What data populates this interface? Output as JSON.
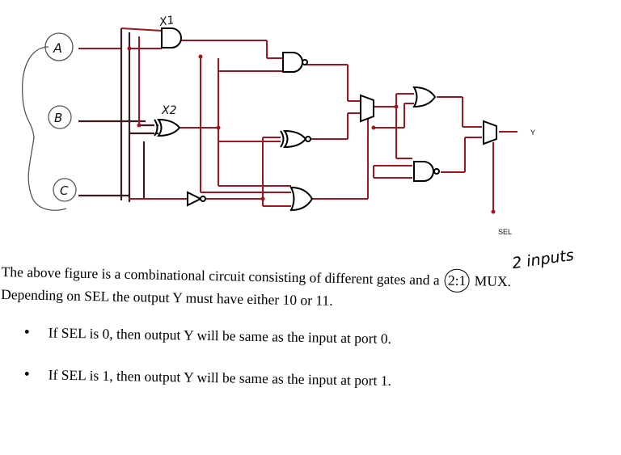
{
  "diagram": {
    "inputs": [
      "A",
      "B",
      "C"
    ],
    "gate_labels": [
      "X1",
      "X2"
    ],
    "output_label": "Y",
    "select_label": "SEL"
  },
  "text": {
    "para_line1_start": "The above figure is a combinational circuit consisting of different gates and a",
    "para_mux": "2:1",
    "para_line1_end": "MUX.",
    "para_line2": "Depending on SEL the output Y must have either 10 or 11.",
    "handwritten_note": "2 inputs",
    "bullets": [
      "If SEL is 0, then output Y will be same as the input at port 0.",
      "If SEL is 1, then output Y will be same as the input at port 1."
    ]
  },
  "colors": {
    "wire": "#a2141f",
    "ink": "#000000"
  }
}
